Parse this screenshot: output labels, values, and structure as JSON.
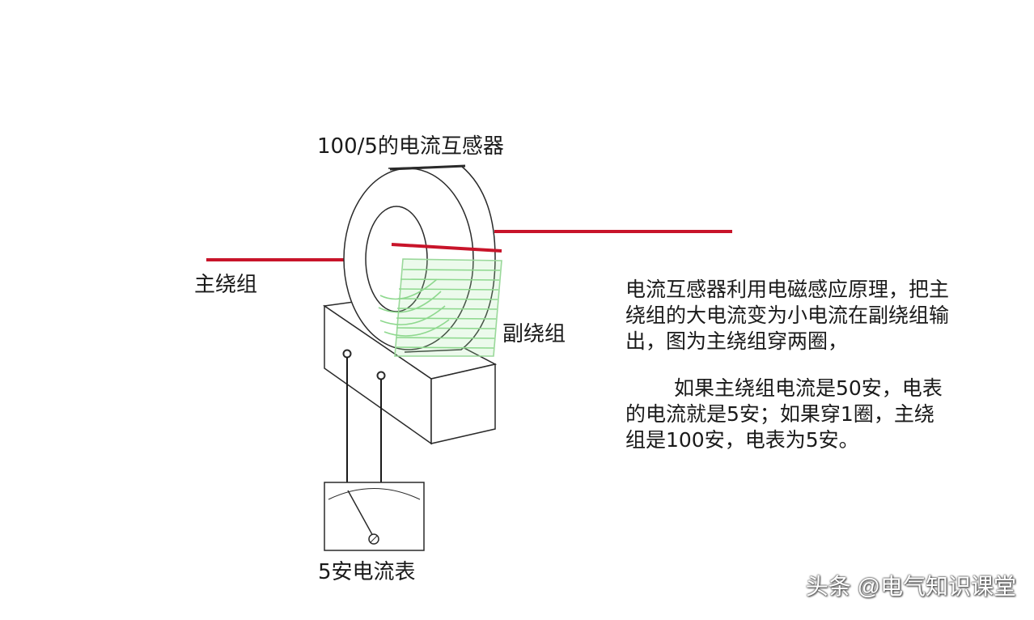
{
  "diagram": {
    "title": "100/5的电流互感器",
    "primary_winding_label": "主绕组",
    "secondary_winding_label": "副绕组",
    "ammeter_label": "5安电流表",
    "description": [
      "电流互感器利用电磁感应原理，把主绕组的大电流变为小电流在副绕组输出，图为主绕组穿两圈，",
      "如果主绕组电流是50安，电表的电流就是5安；如果穿1圈，主绕组是100安，电表为5安。"
    ]
  },
  "watermark": "头条 @电气知识课堂",
  "colors": {
    "conductor": "#c8142a",
    "winding": "#8ed88e",
    "outline": "#2a2a2a",
    "background": "#ffffff"
  }
}
